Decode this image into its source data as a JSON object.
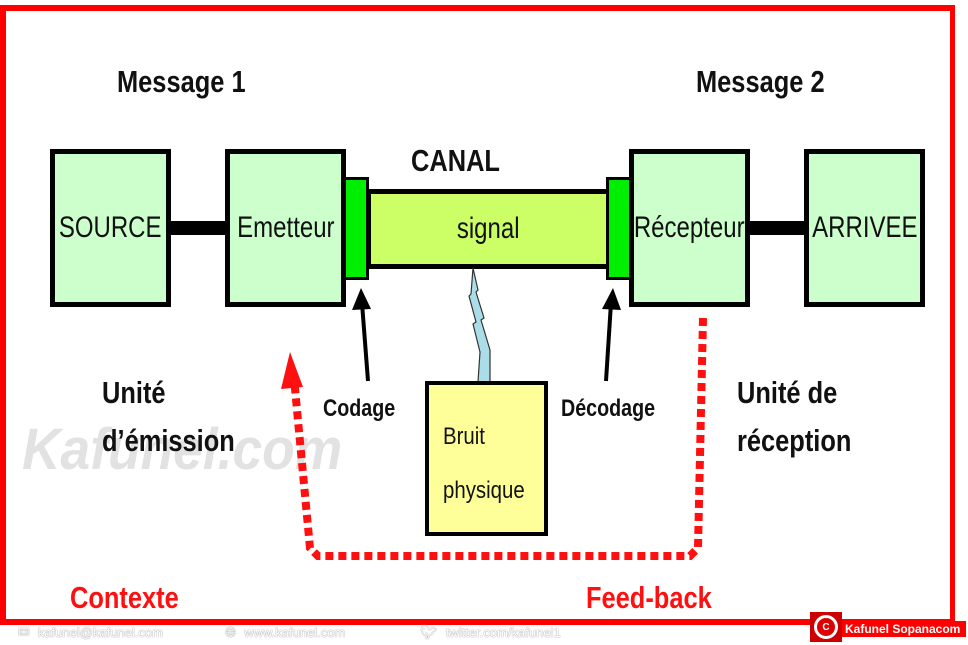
{
  "labels": {
    "message1": "Message 1",
    "message2": "Message 2",
    "canal": "CANAL",
    "unite_emission_line1": "Unité",
    "unite_emission_line2": "d’émission",
    "unite_reception_line1": "Unité de",
    "unite_reception_line2": "réception",
    "codage": "Codage",
    "decodage": "Décodage",
    "contexte": "Contexte",
    "feedback": "Feed-back"
  },
  "boxes": {
    "source": "SOURCE",
    "emetteur": "Emetteur",
    "signal": "signal",
    "recepteur": "Récepteur",
    "arrivee": "ARRIVEE",
    "bruit_line1": "Bruit",
    "bruit_line2": "physique"
  },
  "watermark": "Kafunel.com",
  "footer": {
    "email": "kafunel@kafunel.com",
    "website": "www.kafunel.com",
    "twitter": "twitter.com/kafunel1",
    "brand": "Kafunel Sopanacom"
  },
  "colors": {
    "frame": "#ff0000",
    "box_green": "#ccffcc",
    "plug_green": "#00ee00",
    "channel": "#ccff66",
    "noise": "#ffff99",
    "feedback_red": "#ff1010",
    "lightning": "#aadde8"
  }
}
